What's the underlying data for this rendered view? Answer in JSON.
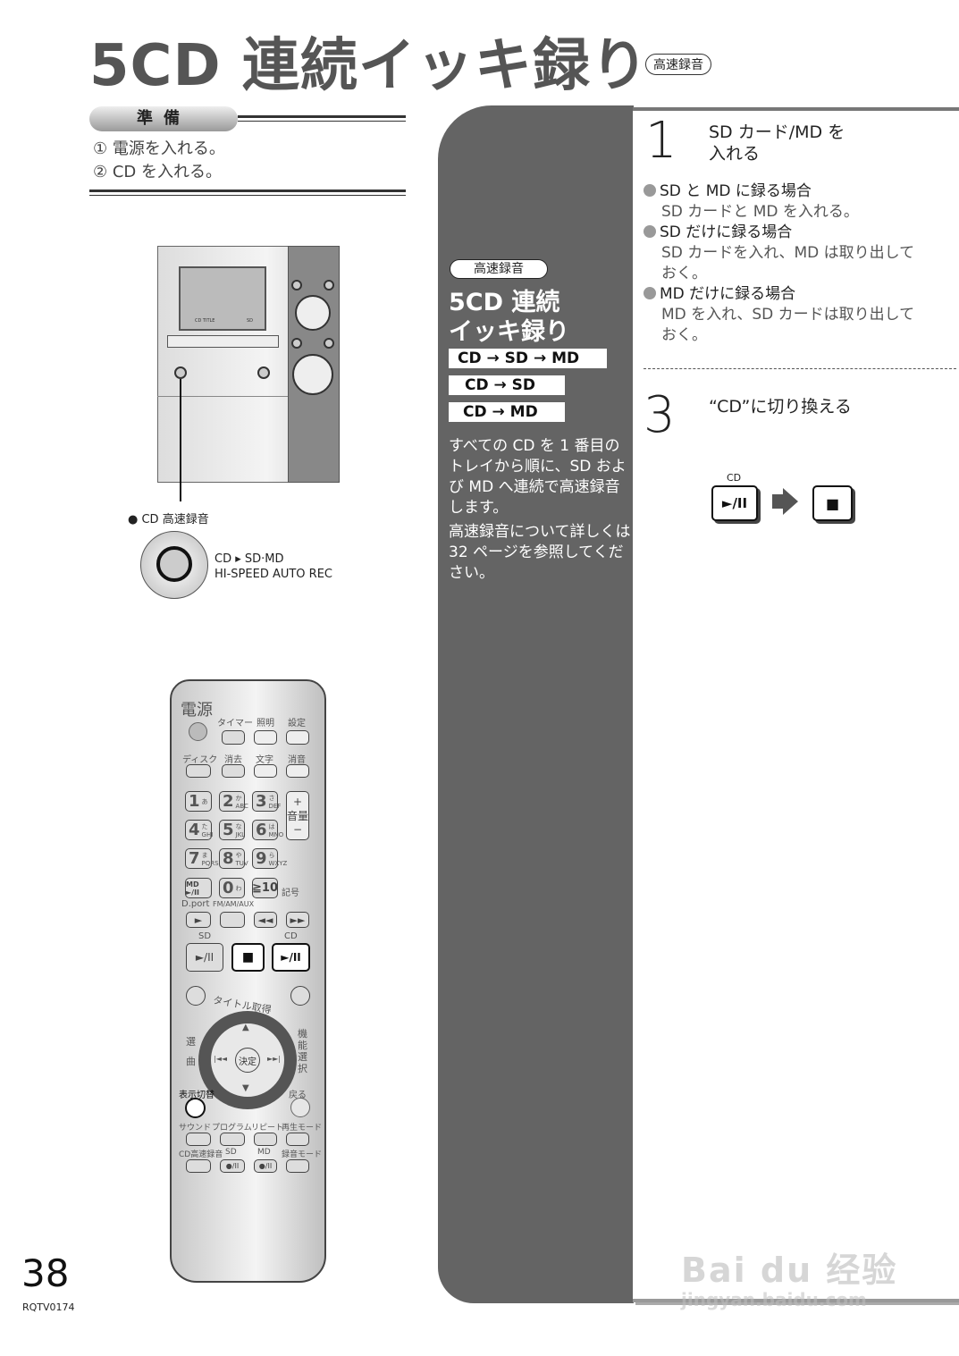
{
  "title": "5CD 連続イッキ録り",
  "title_badge": "高速録音",
  "prep": {
    "label": "準備",
    "steps": [
      "① 電源を入れる。",
      "② CD を入れる。"
    ]
  },
  "callout": {
    "label": "● CD 高速録音",
    "line1": "CD ▸ SD·MD",
    "line2": "HI-SPEED AUTO REC"
  },
  "device": {
    "display_left": "CD TITLE",
    "display_right": "SD"
  },
  "sidebar": {
    "badge": "高速録音",
    "title_line1": "5CD 連続",
    "title_line2": "イッキ録り",
    "flows": [
      "CD → SD → MD",
      "CD → SD",
      "CD → MD"
    ],
    "text1": "すべての CD を 1 番目のトレイから順に、SD および MD へ連続で高速録音します。",
    "text2": "高速録音について詳しくは 32 ページを参照してください。"
  },
  "steps": [
    {
      "number": "1",
      "heading_line1": "SD カード/MD を",
      "heading_line2": "入れる",
      "bullets": [
        {
          "title": "SD と MD に録る場合",
          "text": "SD カードと MD を入れる。"
        },
        {
          "title": "SD だけに録る場合",
          "text": "SD カードを入れ、MD は取り出しておく。"
        },
        {
          "title": "MD だけに録る場合",
          "text": "MD を入れ、SD カードは取り出しておく。"
        }
      ]
    },
    {
      "number": "3",
      "heading_line1": "“CD”に切り換える",
      "key_label": "CD",
      "key_play": "►/II",
      "key_stop": "■"
    }
  ],
  "remote": {
    "power": "電源",
    "row1": [
      "タイマー",
      "照明",
      "設定"
    ],
    "row2": [
      "ディスク",
      "消去",
      "文字",
      "消音"
    ],
    "numbers": [
      [
        "1",
        "あ"
      ],
      [
        "2",
        "かABC"
      ],
      [
        "3",
        "さDEF"
      ],
      [
        "4",
        "たGHI"
      ],
      [
        "5",
        "なJKL"
      ],
      [
        "6",
        "はMNO"
      ],
      [
        "7",
        "まPQRS"
      ],
      [
        "8",
        "やTUV"
      ],
      [
        "9",
        "らWXYZ"
      ]
    ],
    "volume_plus": "+",
    "volume": "音量",
    "volume_minus": "−",
    "md_play": "MD ►/II",
    "zero": "0",
    "zero_sub": "わ",
    "ge10": "≧10",
    "kigou": "記号",
    "dport": "D.port",
    "fmam": "FM/AM/AUX",
    "transport": [
      "►",
      "",
      "◄◄",
      "►►"
    ],
    "sd_label": "SD",
    "cd_label": "CD",
    "sd_play": "►/II",
    "stop": "■",
    "cd_play": "►/II",
    "title_get": "タイトル取得",
    "senkyoku": "選曲",
    "kinou": "機能選択",
    "kettei": "決定",
    "up": "▲",
    "down": "▼",
    "prev": "|◄◄",
    "next": "►►|",
    "display": "表示切替",
    "back": "戻る",
    "row3": [
      "サウンド",
      "プログラム",
      "リピート",
      "再生モード"
    ],
    "row4": [
      "CD高速録音",
      "SD",
      "MD",
      "録音モード"
    ],
    "rec_btn": "●/II"
  },
  "footer": {
    "page": "38",
    "code": "RQTV0174"
  },
  "watermark": {
    "logo": "Bai du 经验",
    "url": "jingyan.baidu.com"
  }
}
